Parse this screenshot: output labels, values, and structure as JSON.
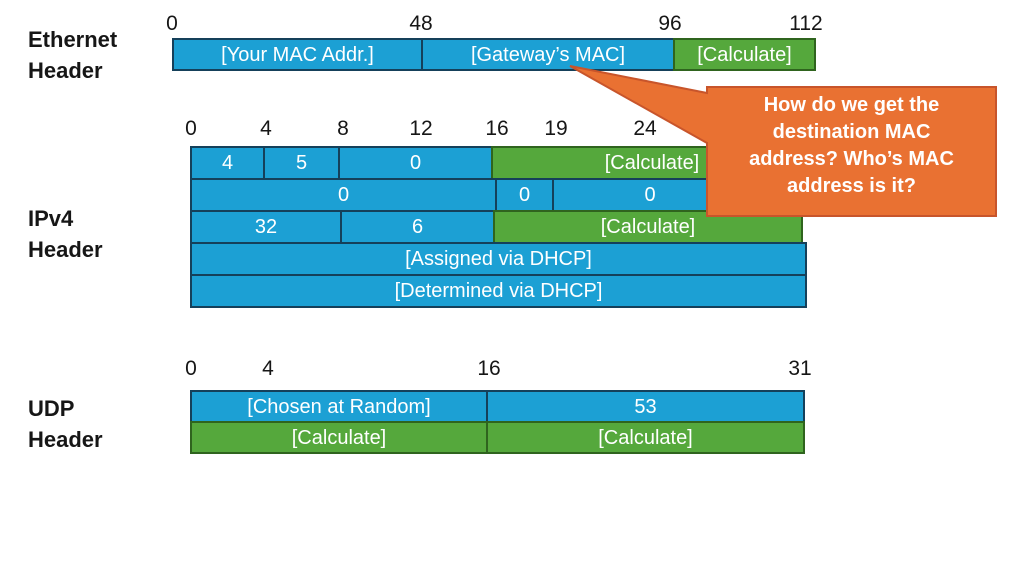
{
  "ethernet": {
    "label": "Ethernet Header",
    "ticks": [
      "0",
      "48",
      "96",
      "112"
    ],
    "fields": [
      {
        "text": "[Your MAC Addr.]",
        "color": "blue"
      },
      {
        "text": "[Gateway’s MAC]",
        "color": "blue"
      },
      {
        "text": "[Calculate]",
        "color": "green"
      }
    ]
  },
  "ipv4": {
    "label": "IPv4 Header",
    "ticks": [
      "0",
      "4",
      "8",
      "12",
      "16",
      "19",
      "24"
    ],
    "rows": [
      {
        "cells": [
          {
            "text": "4",
            "color": "blue"
          },
          {
            "text": "5",
            "color": "blue"
          },
          {
            "text": "0",
            "color": "blue"
          },
          {
            "text": "[Calculate]",
            "color": "green"
          }
        ]
      },
      {
        "cells": [
          {
            "text": "0",
            "color": "blue"
          },
          {
            "text": "0",
            "color": "blue"
          },
          {
            "text": "0",
            "color": "blue"
          }
        ]
      },
      {
        "cells": [
          {
            "text": "32",
            "color": "blue"
          },
          {
            "text": "6",
            "color": "blue"
          },
          {
            "text": "[Calculate]",
            "color": "green"
          }
        ]
      },
      {
        "cells": [
          {
            "text": "[Assigned via DHCP]",
            "color": "blue"
          }
        ]
      },
      {
        "cells": [
          {
            "text": "[Determined via DHCP]",
            "color": "blue"
          }
        ]
      }
    ]
  },
  "udp": {
    "label": "UDP Header",
    "ticks": [
      "0",
      "4",
      "16",
      "31"
    ],
    "rows": [
      {
        "cells": [
          {
            "text": "[Chosen at Random]",
            "color": "blue"
          },
          {
            "text": "53",
            "color": "blue"
          }
        ]
      },
      {
        "cells": [
          {
            "text": "[Calculate]",
            "color": "green"
          },
          {
            "text": "[Calculate]",
            "color": "green"
          }
        ]
      }
    ]
  },
  "callout": {
    "lines": [
      "How do we get the",
      "destination MAC",
      "address? Who’s MAC",
      "address is it?"
    ]
  },
  "colors": {
    "field_blue": "#1CA0D4",
    "field_blue_border": "#15405A",
    "field_green": "#55A83C",
    "field_green_border": "#2F641E",
    "callout_orange": "#E97132",
    "callout_orange_border": "#C8552B",
    "text_on_fields": "#FFFFFF",
    "text_labels": "#161616"
  }
}
